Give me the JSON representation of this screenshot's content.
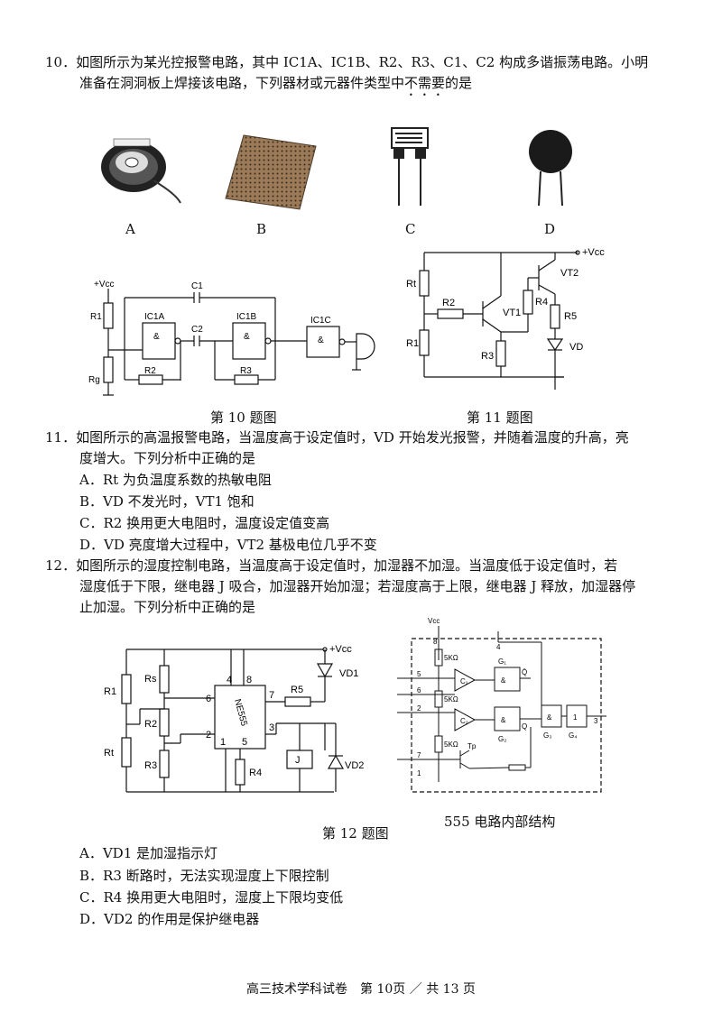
{
  "q10": {
    "line1": "10．如图所示为某光控报警电路，其中 IC1A、IC1B、R2、R3、C1、C2 构成多谐振荡电路。小明",
    "line2_pre": "准备在洞洞板上焊接该电路，下列器材或元器件类型中",
    "line2_em": "不需要",
    "line2_post": "的是",
    "choices": [
      "A",
      "B",
      "C",
      "D"
    ],
    "fig_caption": "第 10 题图"
  },
  "fig10": {
    "vcc": "+Vcc",
    "r1": "R1",
    "rg": "Rg",
    "c1": "C1",
    "c2": "C2",
    "r2": "R2",
    "r3": "R3",
    "ic1a": "IC1A",
    "ic1b": "IC1B",
    "ic1c": "IC1C",
    "and": "&"
  },
  "fig11": {
    "caption": "第 11 题图",
    "vcc": "+Vcc",
    "rt": "Rt",
    "r1": "R1",
    "r2": "R2",
    "r3": "R3",
    "r4": "R4",
    "r5": "R5",
    "vt1": "VT1",
    "vt2": "VT2",
    "vd": "VD"
  },
  "q11": {
    "line1": "11．如图所示的高温报警电路，当温度高于设定值时，VD 开始发光报警，并随着温度的升高，亮",
    "line2": "度增大。下列分析中正确的是",
    "options": [
      "A．Rt 为负温度系数的热敏电阻",
      "B．VD 不发光时，VT1 饱和",
      "C．R2 换用更大电阻时，温度设定值变高",
      "D．VD 亮度增大过程中，VT2 基极电位几乎不变"
    ]
  },
  "q12": {
    "line1": "12．如图所示的湿度控制电路，当温度高于设定值时，加湿器不加湿。当温度低于设定值时，若",
    "line2": "湿度低于下限，继电器 J 吸合，加湿器开始加湿；若湿度高于上限，继电器 J 释放，加湿器停",
    "line3": "止加湿。下列分析中正确的是",
    "fig_caption": "第 12 题图",
    "options": [
      "A．VD1 是加湿指示灯",
      "B．R3 断路时，无法实现湿度上下限控制",
      "C．R4 换用更大电阻时，湿度上下限均变低",
      "D．VD2 的作用是保护继电器"
    ]
  },
  "fig12": {
    "vcc": "+Vcc",
    "r1": "R1",
    "rt": "Rt",
    "rs": "Rs",
    "r2": "R2",
    "r3": "R3",
    "r4": "R4",
    "r5": "R5",
    "vd1": "VD1",
    "vd2": "VD2",
    "j": "J",
    "chip": "NE555",
    "p4": "4",
    "p8": "8",
    "p6": "6",
    "p7": "7",
    "p2": "2",
    "p3": "3",
    "p1": "1",
    "p5": "5"
  },
  "fig555": {
    "caption": "555 电路内部结构",
    "vcc": "Vcc",
    "pin8": "8",
    "pin4": "4",
    "pin5": "5",
    "pin6": "6",
    "pin2": "2",
    "pin7": "7",
    "pin1": "1",
    "pin3": "3",
    "res": "5KΩ",
    "c1": "C₁",
    "c2": "C₂",
    "g1": "G₁",
    "g2": "G₂",
    "g3": "G₃",
    "g4": "G₄",
    "q": "Q",
    "qbar": "Q̄",
    "and": "&",
    "one": "1",
    "tp": "Tp"
  },
  "footer": "高三技术学科试卷　第 10页 ／ 共 13 页"
}
